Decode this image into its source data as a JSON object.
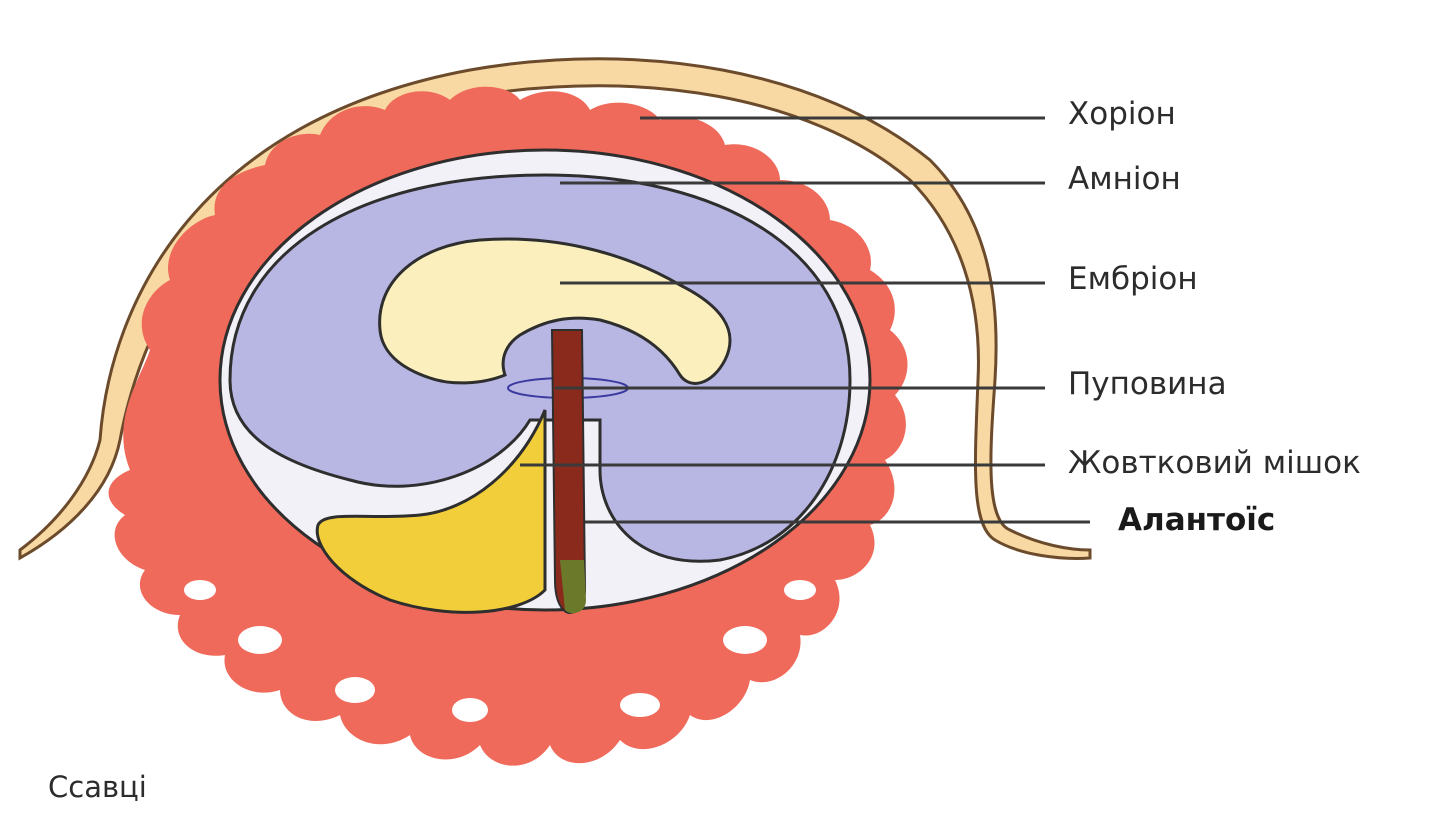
{
  "labels": {
    "chorion": "Хоріон",
    "amnion": "Амніон",
    "embryo": "Ембріон",
    "umbilical_cord": "Пуповина",
    "yolk_sac": "Жовтковий мішок",
    "allantois": "Алантоїс"
  },
  "caption": "Ссавці",
  "colors": {
    "chorion_outer": "#f8d9a3",
    "villi": "#ef6a5a",
    "amnion_cavity": "#b8b7e3",
    "embryo": "#fbf0bd",
    "yolk_sac": "#f2cf3a",
    "allantois": "#8a2a1c",
    "leader_line": "#3a3a3a"
  }
}
